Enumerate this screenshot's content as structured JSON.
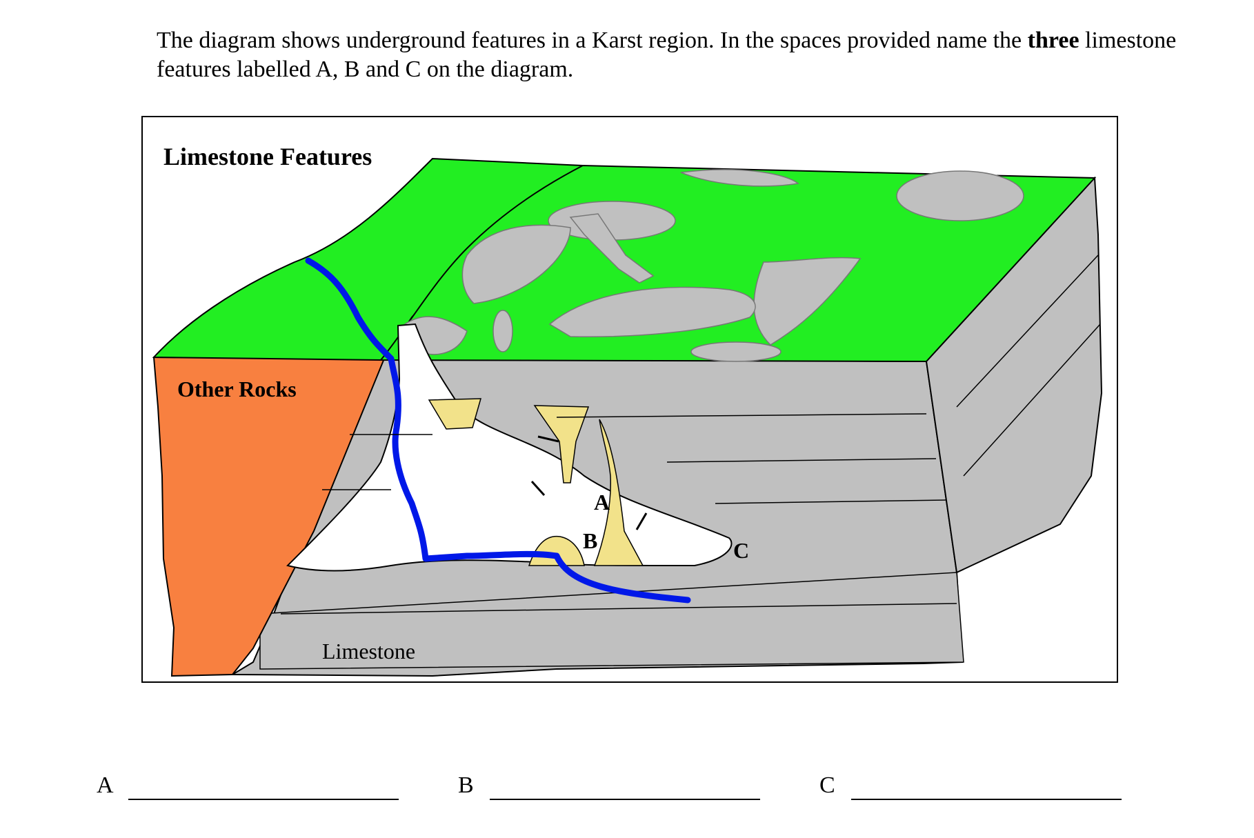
{
  "question": {
    "part1": "The diagram shows underground features in a Karst region. In the spaces provided name the ",
    "emphasis": "three",
    "part2": " limestone features labelled A, B and C on the diagram."
  },
  "diagram": {
    "title": "Limestone Features",
    "labels": {
      "other_rocks": "Other Rocks",
      "limestone": "Limestone",
      "a": "A",
      "b": "B",
      "c": "C"
    },
    "colors": {
      "grass": "#22ee22",
      "limestone": "#c0c0c0",
      "other_rocks": "#f88040",
      "cave": "#ffffff",
      "river": "#0018e8",
      "formations": "#f2e28a"
    }
  },
  "answers": [
    {
      "letter": "A"
    },
    {
      "letter": "B"
    },
    {
      "letter": "C"
    }
  ]
}
